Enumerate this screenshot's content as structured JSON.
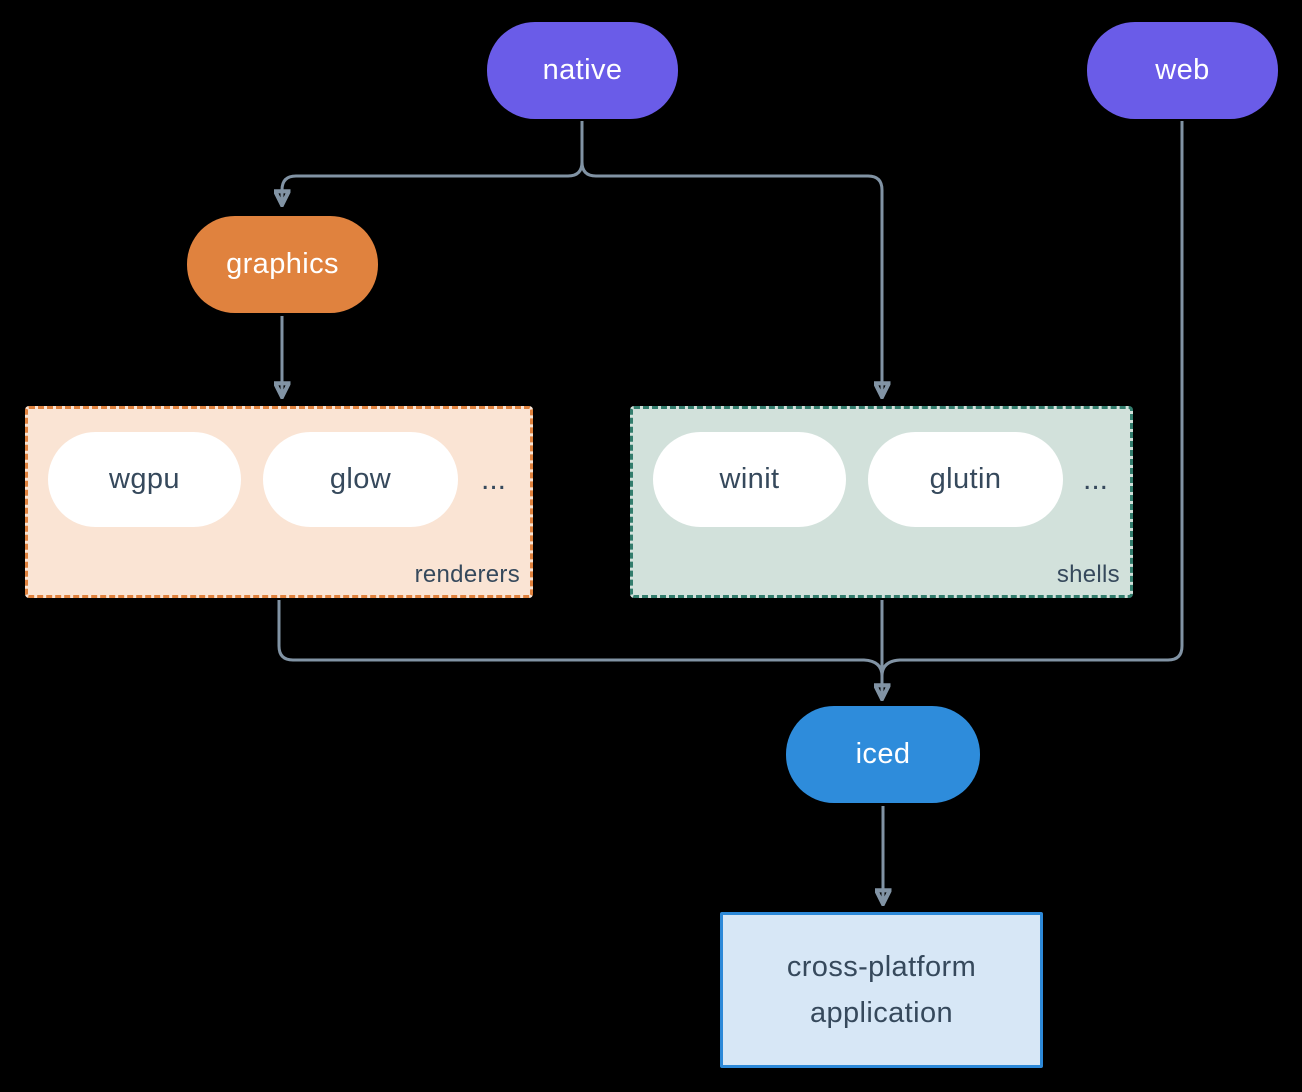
{
  "nodes": {
    "native": "native",
    "web": "web",
    "graphics": "graphics",
    "iced": "iced",
    "application": {
      "line1": "cross-platform",
      "line2": "application"
    }
  },
  "groups": {
    "renderers": {
      "label": "renderers",
      "items": [
        "wgpu",
        "glow"
      ],
      "more": "..."
    },
    "shells": {
      "label": "shells",
      "items": [
        "winit",
        "glutin"
      ],
      "more": "..."
    }
  },
  "edges": [
    {
      "from": "native",
      "to": "graphics"
    },
    {
      "from": "native",
      "to": "shells"
    },
    {
      "from": "graphics",
      "to": "renderers"
    },
    {
      "from": "renderers",
      "to": "iced"
    },
    {
      "from": "shells",
      "to": "iced"
    },
    {
      "from": "web",
      "to": "iced"
    },
    {
      "from": "iced",
      "to": "cross-platform application"
    }
  ],
  "colors": {
    "background": "#000000",
    "connector": "#8193A4",
    "native_web_fill": "#6A5CE8",
    "graphics_fill": "#E0823E",
    "iced_fill": "#2E8CDB",
    "renderers_fill": "#FAE4D4",
    "renderers_border": "#E0823E",
    "shells_fill": "#D2E1DB",
    "shells_border": "#337D6D",
    "application_fill": "#D7E7F6",
    "application_border": "#2D89D8",
    "text_dark": "#36495C",
    "text_light": "#FFFFFF"
  }
}
